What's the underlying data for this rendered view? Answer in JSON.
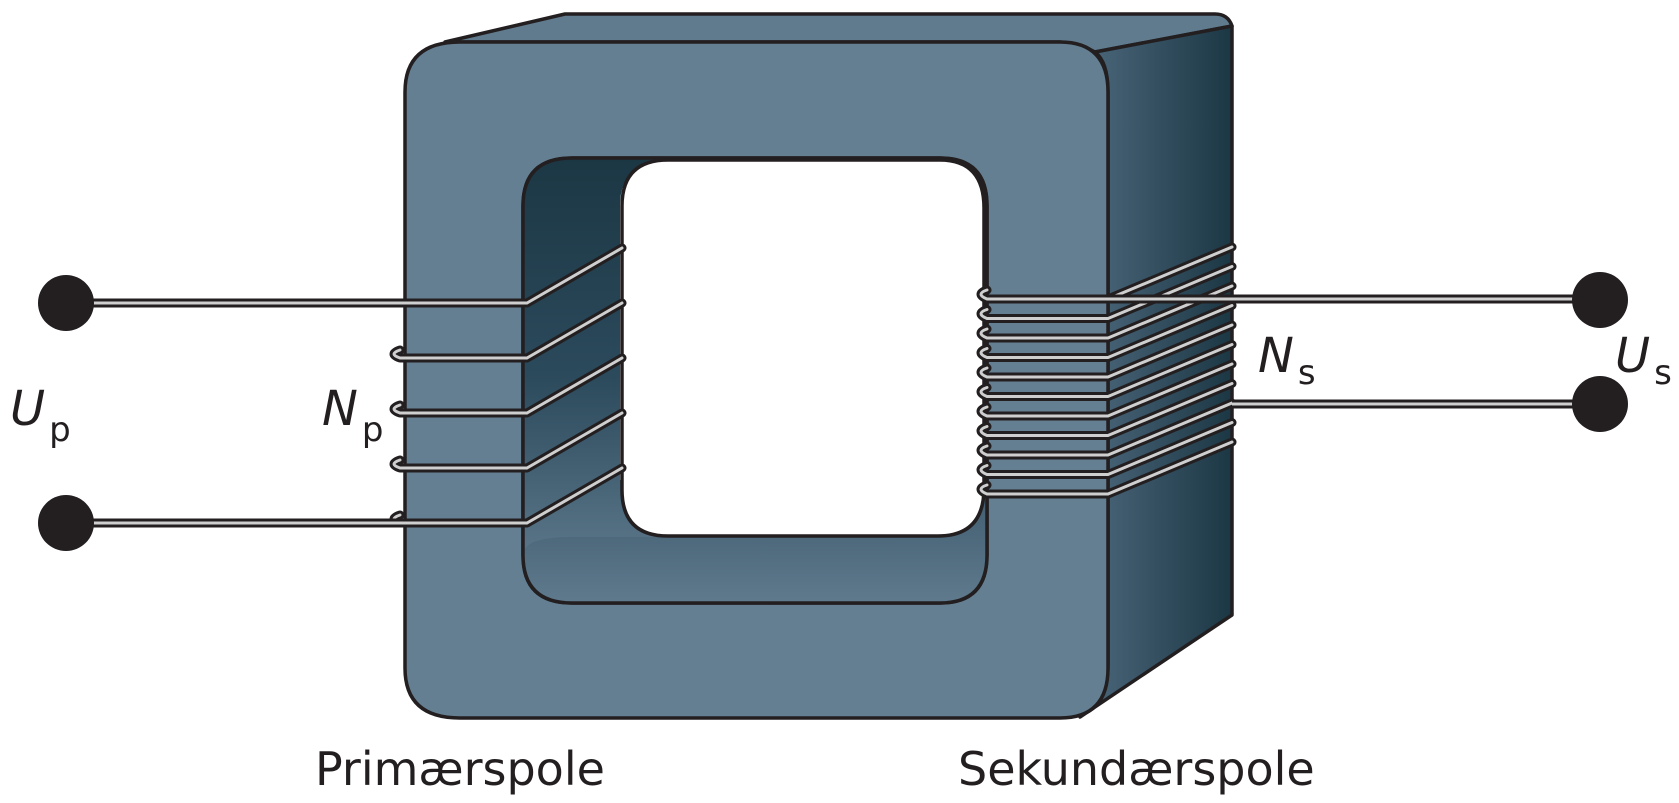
{
  "diagram": {
    "labels": {
      "primary_voltage": {
        "symbol": "U",
        "subscript": "p"
      },
      "primary_turns": {
        "symbol": "N",
        "subscript": "p"
      },
      "secondary_turns": {
        "symbol": "N",
        "subscript": "s"
      },
      "secondary_voltage": {
        "symbol": "U",
        "subscript": "s"
      },
      "primary_coil": "Primærspole",
      "secondary_coil": "Sekundærspole"
    },
    "primary_coil": {
      "turns": 5
    },
    "secondary_coil": {
      "turns": 11
    },
    "colors": {
      "core_face": "#647f92",
      "core_side_light": "#4a6579",
      "core_side_dark": "#1c3744",
      "outline": "#231f20",
      "wire": "#9e9e9e",
      "terminal": "#231f20"
    }
  }
}
